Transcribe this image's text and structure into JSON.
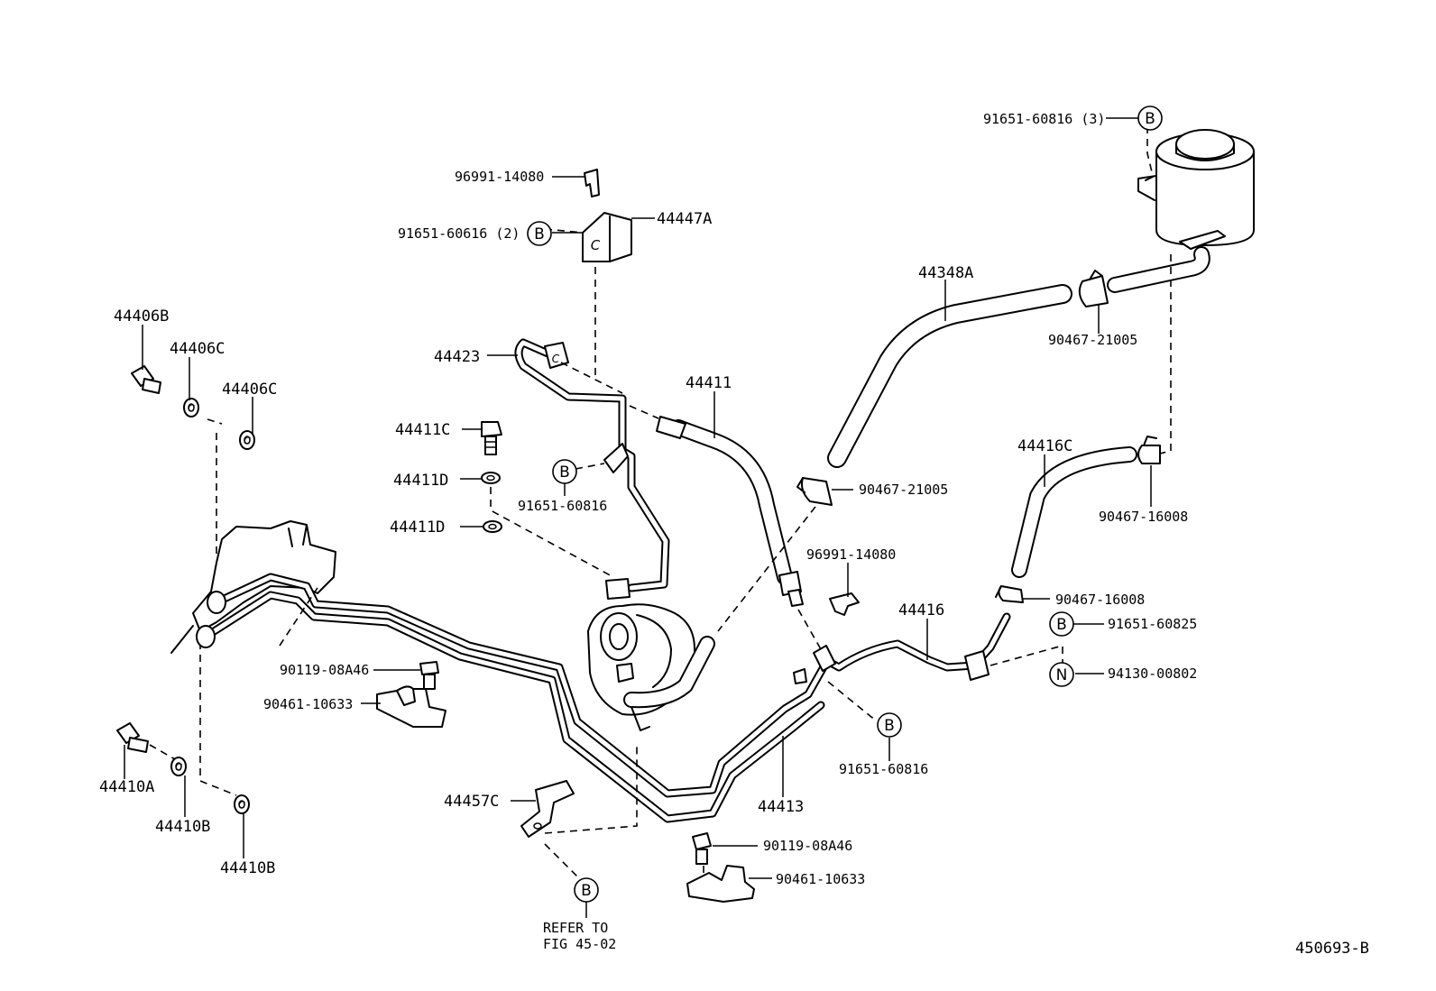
{
  "diagram_id": "450693-B",
  "labels": {
    "p91651_60816_3": "91651-60816 (3)",
    "p96991_14080_top": "96991-14080",
    "p44447A": "44447A",
    "p91651_60616_2": "91651-60616 (2)",
    "p44348A": "44348A",
    "p90467_21005_top": "90467-21005",
    "p44406B": "44406B",
    "p44406C_a": "44406C",
    "p44406C_b": "44406C",
    "p44423": "44423",
    "p44411": "44411",
    "p44411C": "44411C",
    "p44411D_a": "44411D",
    "p44411D_b": "44411D",
    "p91651_60816_mid": "91651-60816",
    "p90467_21005_mid": "90467-21005",
    "p44416C": "44416C",
    "p90467_16008_a": "90467-16008",
    "p96991_14080_mid": "96991-14080",
    "p90467_16008_b": "90467-16008",
    "p44416": "44416",
    "p91651_60825": "91651-60825",
    "p94130_00802": "94130-00802",
    "p90119_08A46_left": "90119-08A46",
    "p90461_10633_left": "90461-10633",
    "p91651_60816_right": "91651-60816",
    "p44410A": "44410A",
    "p44410B_a": "44410B",
    "p44410B_b": "44410B",
    "p44413": "44413",
    "p44457C": "44457C",
    "p90119_08A46_bottom": "90119-08A46",
    "p90461_10633_bottom": "90461-10633",
    "refer_line1": "REFER TO",
    "refer_line2": "FIG 45-02"
  },
  "callouts": {
    "b": "B",
    "n": "N",
    "c": "C"
  }
}
